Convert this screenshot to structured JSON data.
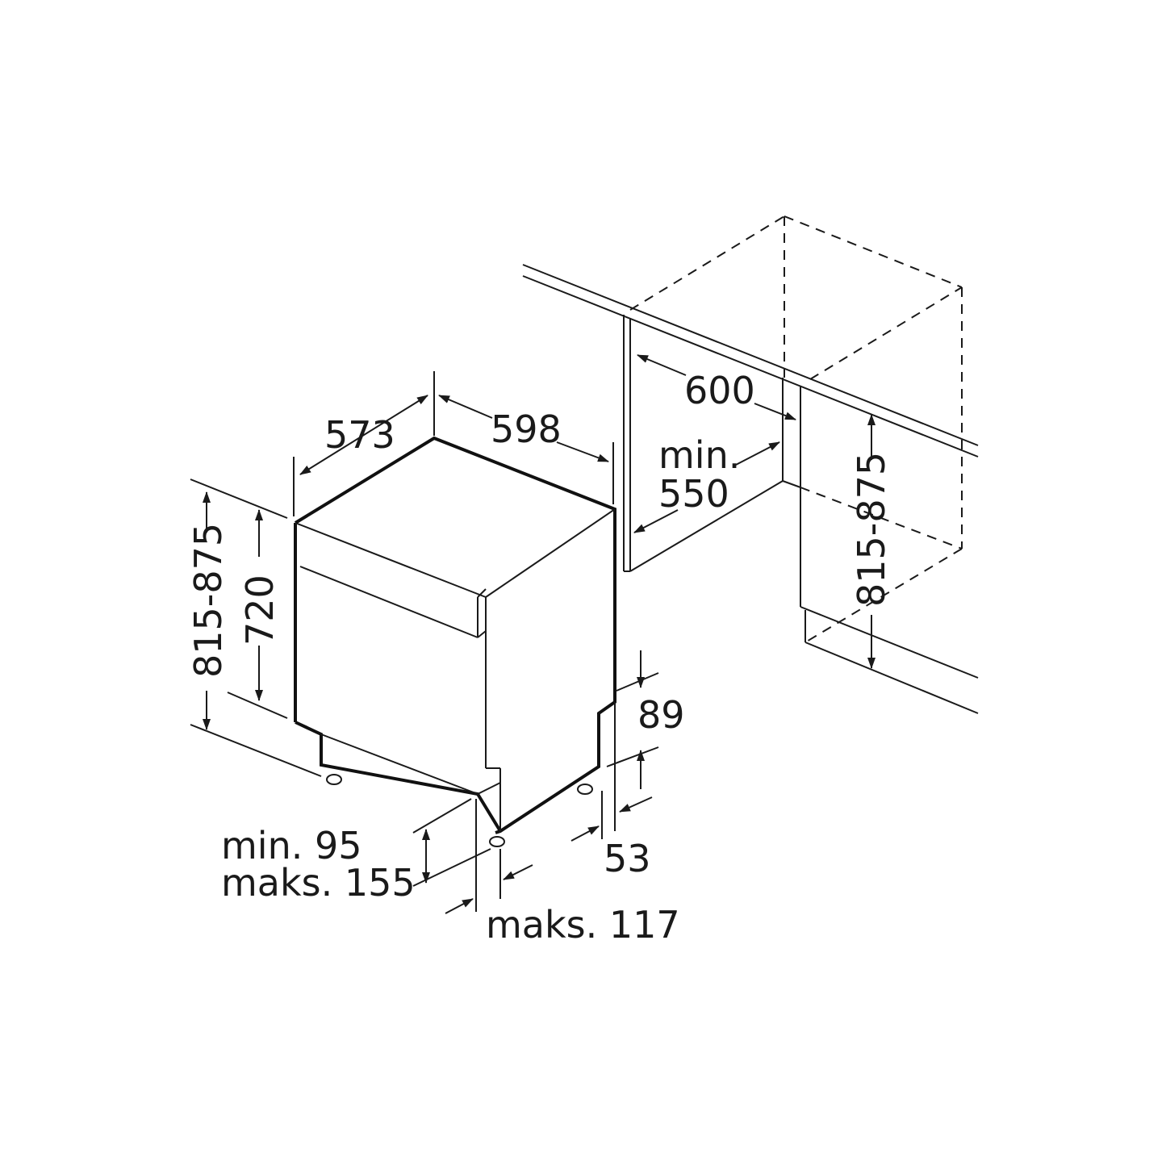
{
  "labels": {
    "depth_573": "573",
    "width_598": "598",
    "niche_width_600": "600",
    "niche_min_line1": "min.",
    "niche_min_line2": "550",
    "height_815_875_left": "815-875",
    "height_720": "720",
    "height_815_875_right": "815-875",
    "plinth_89": "89",
    "plinth_53": "53",
    "foot_min": "min. 95",
    "foot_max": "maks. 155",
    "foot_maks_117": "maks. 117"
  },
  "colors": {
    "line": "#1a1a1a",
    "background": "#ffffff"
  }
}
